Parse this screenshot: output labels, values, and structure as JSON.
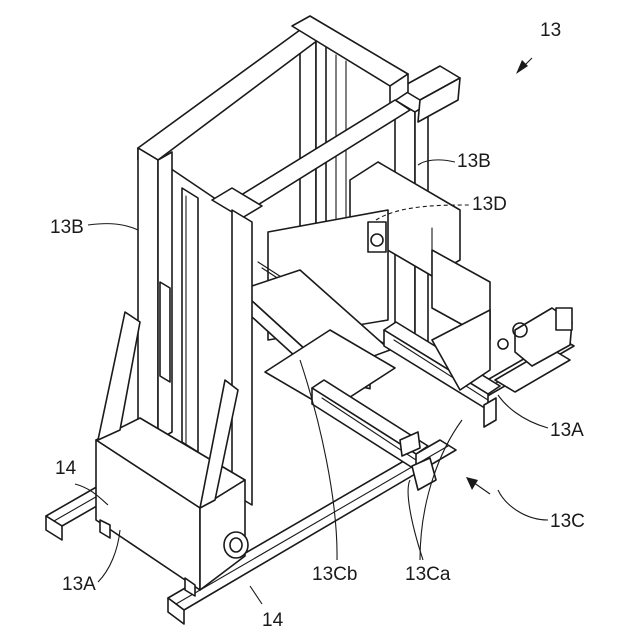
{
  "figure": {
    "labels": {
      "assembly": "13",
      "upright_left": "13B",
      "upright_right": "13B",
      "pivot": "13D",
      "base_left": "13A",
      "base_right": "13A",
      "rail_front": "14",
      "rail_left": "14",
      "fork_unit": "13C",
      "fork_arm_inner": "13Cb",
      "fork_arm_outer": "13Ca"
    }
  }
}
